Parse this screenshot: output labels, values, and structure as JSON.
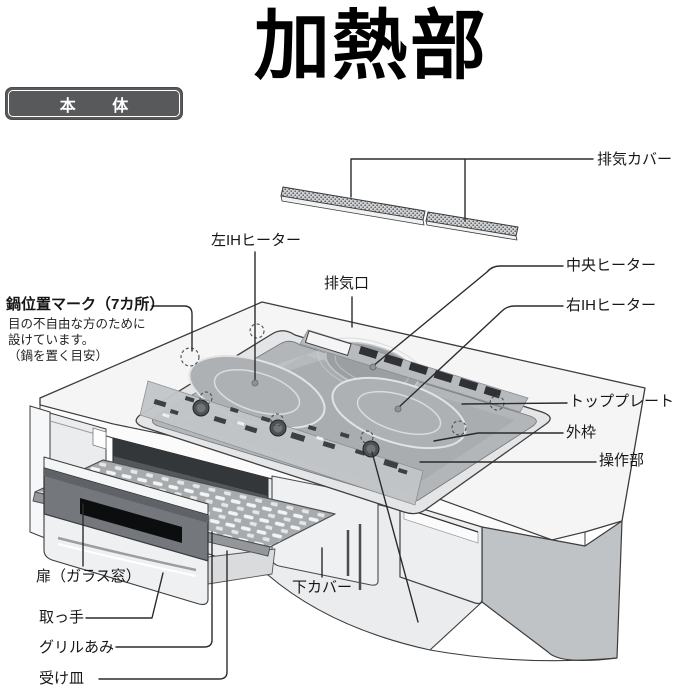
{
  "title": "加熱部",
  "badge": "本 体",
  "palette": {
    "line": "#2f2f2f",
    "counter": "#f5f5f6",
    "plate_glass": "#b3b6b9",
    "door_face": "#74787c",
    "glass_window": "#0c0d0e",
    "badge_bg": "#58595b"
  },
  "labels": {
    "exhaust_cover": "排気カバー",
    "left_ih": "左IHヒーター",
    "exhaust_port": "排気口",
    "center_heater": "中央ヒーター",
    "right_ih": "右IHヒーター",
    "top_plate": "トッププレート",
    "outer_frame": "外枠",
    "control_panel": "操作部",
    "pot_mark": "鍋位置マーク（7カ所）",
    "pot_note1": "目の不自由な方のために",
    "pot_note2": "設けています。",
    "pot_note3": "（鍋を置く目安）",
    "door": "扉（ガラス窓）",
    "handle": "取っ手",
    "grill_net": "グリルあみ",
    "drip_tray": "受け皿",
    "lower_cover": "下カバー"
  }
}
